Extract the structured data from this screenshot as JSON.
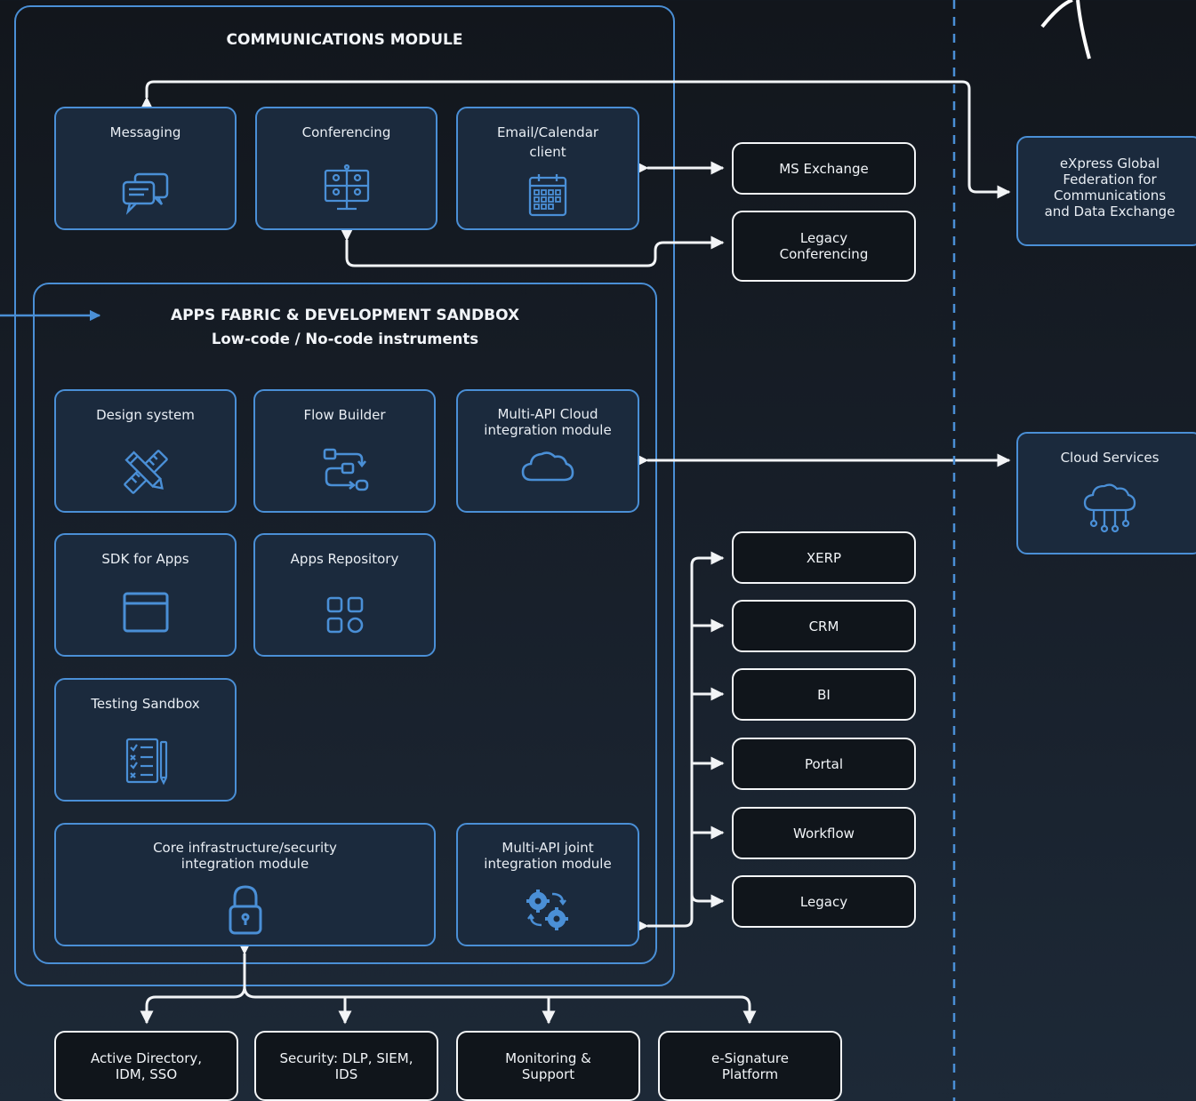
{
  "communications_module": {
    "title": "COMMUNICATIONS MODULE",
    "modules": {
      "messaging": "Messaging",
      "conferencing": "Conferencing",
      "email_calendar": "Email/Calendar\nclient"
    }
  },
  "apps_fabric": {
    "title": "APPS FABRIC & DEVELOPMENT SANDBOX",
    "subtitle": "Low-code / No-code instruments",
    "modules": {
      "design_system": "Design system",
      "flow_builder": "Flow Builder",
      "multi_api_cloud": "Multi-API Cloud\nintegration module",
      "sdk_for_apps": "SDK for Apps",
      "apps_repository": "Apps Repository",
      "testing_sandbox": "Testing Sandbox",
      "core_infrastructure": "Core infrastructure/security\nintegration module",
      "multi_api_joint": "Multi-API joint\nintegration module"
    }
  },
  "external_systems": {
    "ms_exchange": "MS Exchange",
    "legacy_conferencing": "Legacy\nConferencing",
    "xerp": "XERP",
    "crm": "CRM",
    "bi": "BI",
    "portal": "Portal",
    "workflow": "Workflow",
    "legacy": "Legacy"
  },
  "infrastructure_systems": {
    "active_directory": "Active Directory,\nIDM, SSO",
    "security": "Security: DLP, SIEM,\nIDS",
    "monitoring": "Monitoring &\nSupport",
    "e_signature": "e-Signature\nPlatform"
  },
  "outside_services": {
    "express_global": "eXpress Global\nFederation for\nCommunications\nand Data Exchange",
    "cloud_services": "Cloud Services"
  },
  "colors": {
    "background": "#161c24",
    "module_border": "#4a8fd6",
    "module_fill": "#1b2a3d",
    "external_border": "#f4f6f8",
    "wire": "#f2f4f6",
    "divider": "#4a8fd6"
  },
  "icons": {
    "messaging": "chat-bubbles-icon",
    "conferencing": "video-conference-icon",
    "email_calendar": "calendar-icon",
    "design_system": "ruler-pencil-icon",
    "flow_builder": "flow-icon",
    "multi_api_cloud": "cloud-icon",
    "sdk_for_apps": "window-icon",
    "apps_repository": "apps-grid-icon",
    "testing_sandbox": "checklist-icon",
    "core_infrastructure": "lock-icon",
    "multi_api_joint": "gears-icon",
    "cloud_services": "cloud-network-icon"
  }
}
